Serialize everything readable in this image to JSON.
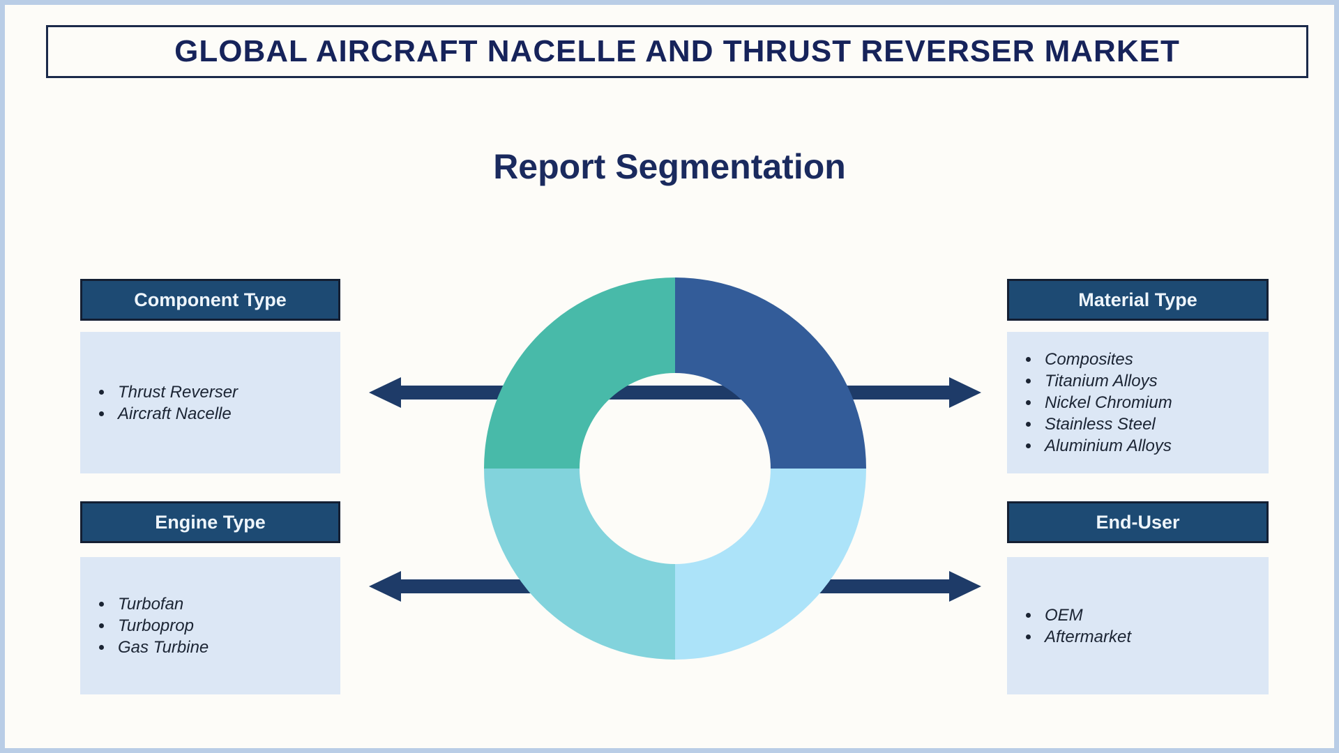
{
  "page": {
    "title": "GLOBAL AIRCRAFT NACELLE AND THRUST REVERSER MARKET",
    "subtitle": "Report Segmentation"
  },
  "segments": [
    {
      "id": "component-type",
      "label": "Component Type",
      "items": [
        "Thrust Reverser",
        "Aircraft Nacelle"
      ]
    },
    {
      "id": "material-type",
      "label": "Material Type",
      "items": [
        "Composites",
        "Titanium Alloys",
        "Nickel Chromium",
        "Stainless Steel",
        "Aluminium Alloys"
      ]
    },
    {
      "id": "engine-type",
      "label": "Engine Type",
      "items": [
        "Turbofan",
        "Turboprop",
        "Gas Turbine"
      ]
    },
    {
      "id": "end-user",
      "label": "End-User",
      "items": [
        "OEM",
        "Aftermarket"
      ]
    }
  ],
  "colors": {
    "page_border": "#b9cde6",
    "background": "#fdfcf8",
    "title_text": "#16235a",
    "subtitle_text": "#1a2a5e",
    "header_bg": "#1d4a73",
    "header_border": "#141f33",
    "header_text": "#eef5fb",
    "panel_bg": "#dce7f5",
    "list_text": "#1b2433",
    "arrow": "#1e3b68",
    "donut_top_right": "#335c99",
    "donut_top_left": "#48baa9",
    "donut_bottom_left": "#82d3dc",
    "donut_bottom_right": "#ace3f9"
  },
  "chart_data": {
    "type": "pie",
    "title": "Report Segmentation",
    "donut": true,
    "inner_radius_ratio": 0.5,
    "categories": [
      "Material Type",
      "End-User",
      "Engine Type",
      "Component Type"
    ],
    "values": [
      25,
      25,
      25,
      25
    ],
    "slice_colors": [
      "#335c99",
      "#ace3f9",
      "#82d3dc",
      "#48baa9"
    ],
    "slice_positions": [
      "top-right",
      "bottom-right",
      "bottom-left",
      "top-left"
    ],
    "data_labels": false,
    "legend": "none"
  }
}
